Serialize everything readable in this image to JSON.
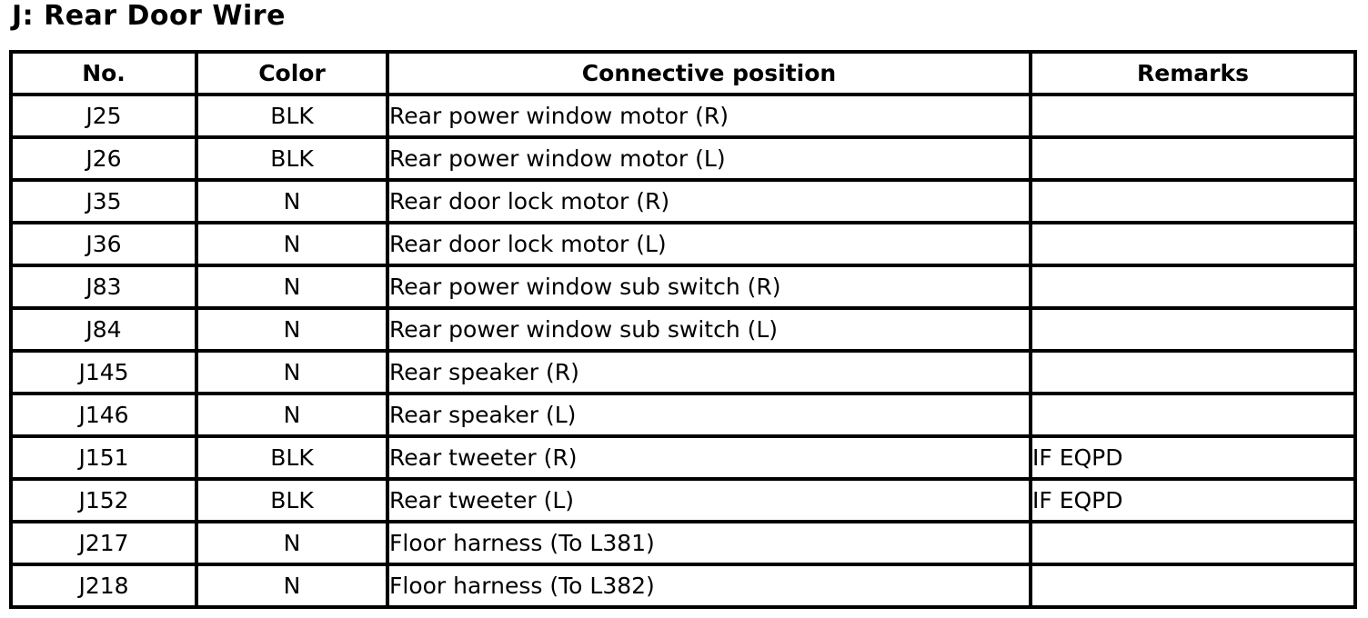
{
  "page": {
    "title": "J: Rear Door Wire"
  },
  "table": {
    "headers": [
      "No.",
      "Color",
      "Connective position",
      "Remarks"
    ],
    "rows": [
      [
        "J25",
        "BLK",
        "Rear power window motor (R)",
        ""
      ],
      [
        "J26",
        "BLK",
        "Rear power window motor (L)",
        ""
      ],
      [
        "J35",
        "N",
        "Rear door lock motor (R)",
        ""
      ],
      [
        "J36",
        "N",
        "Rear door lock motor (L)",
        ""
      ],
      [
        "J83",
        "N",
        "Rear power window sub switch (R)",
        ""
      ],
      [
        "J84",
        "N",
        "Rear power window sub switch (L)",
        ""
      ],
      [
        "J145",
        "N",
        "Rear speaker (R)",
        ""
      ],
      [
        "J146",
        "N",
        "Rear speaker (L)",
        ""
      ],
      [
        "J151",
        "BLK",
        "Rear tweeter (R)",
        "IF EQPD"
      ],
      [
        "J152",
        "BLK",
        "Rear tweeter (L)",
        "IF EQPD"
      ],
      [
        "J217",
        "N",
        "Floor harness (To L381)",
        ""
      ],
      [
        "J218",
        "N",
        "Floor harness (To L382)",
        ""
      ]
    ]
  },
  "colors": {
    "text": "#000000",
    "border": "#000000",
    "background": "#ffffff"
  }
}
